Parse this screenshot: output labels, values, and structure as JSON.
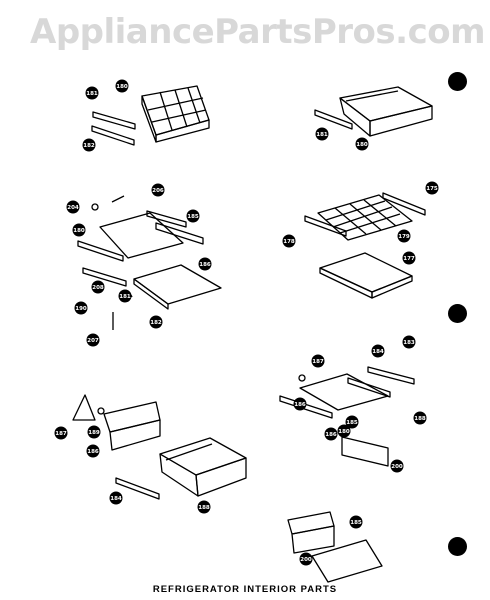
{
  "watermark": "AppliancePartsPros.com",
  "caption": "REFRIGERATOR INTERIOR PARTS",
  "colors": {
    "ink": "#000000",
    "paper": "#ffffff",
    "watermark": "#d8d8d8"
  },
  "callouts": [
    "181",
    "180",
    "182",
    "181",
    "180",
    "206",
    "204",
    "185",
    "180",
    "186",
    "208",
    "181",
    "190",
    "182",
    "207",
    "175",
    "178",
    "179",
    "177",
    "187",
    "184",
    "183",
    "186",
    "180",
    "185",
    "186",
    "187",
    "189",
    "186",
    "188",
    "184",
    "188",
    "200",
    "185",
    "200"
  ]
}
